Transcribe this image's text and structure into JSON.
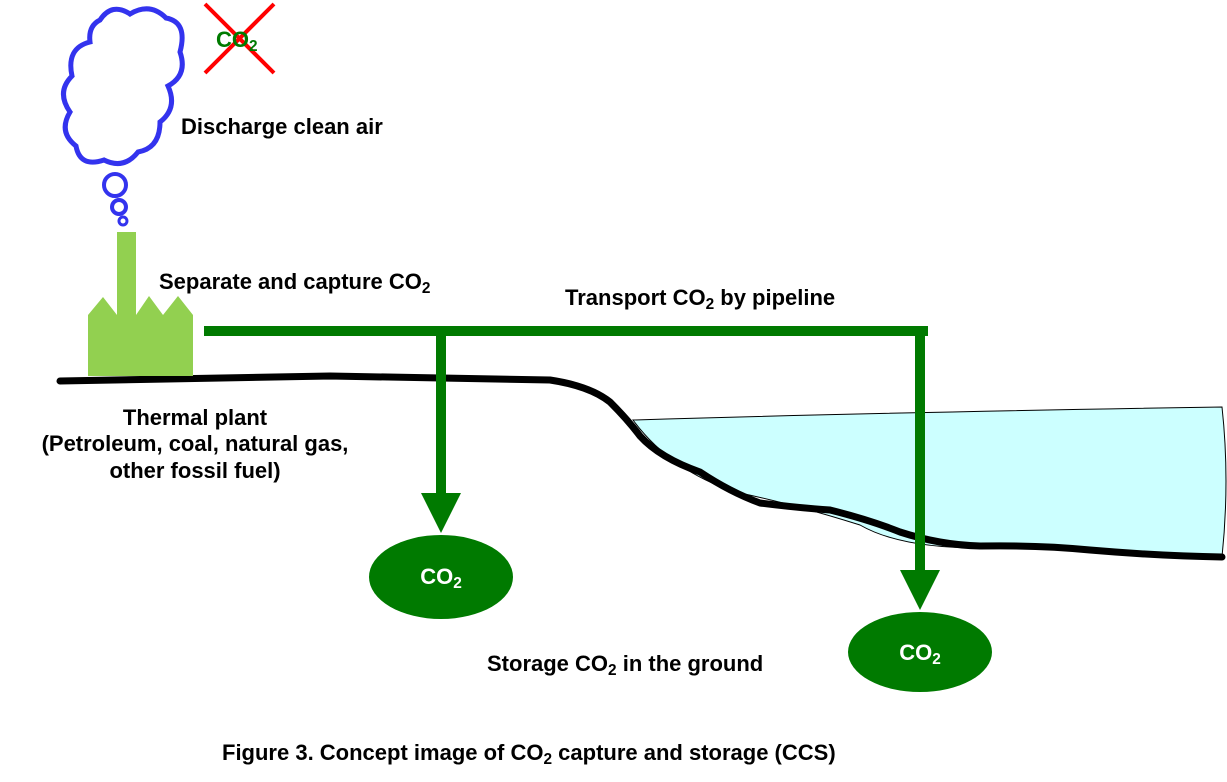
{
  "labels": {
    "clean_air": "Discharge clean air",
    "separate_main": "Separate and capture CO",
    "separate_sub": "2",
    "transport_pre": "Transport CO",
    "transport_sub": "2",
    "transport_post": " by pipeline",
    "plant_line1": "Thermal plant",
    "plant_line2": "(Petroleum, coal, natural gas,",
    "plant_line3": "other fossil fuel)",
    "storage_pre": "Storage CO",
    "storage_sub": "2",
    "storage_post": " in the ground",
    "co2_main": "CO",
    "co2_sub": "2",
    "caption_pre": "Figure 3.  Concept image of CO",
    "caption_sub": "2",
    "caption_post": " capture and storage (CCS)"
  },
  "colors": {
    "pipe": "#007a00",
    "factory": "#92d050",
    "cloud": "#3333ee",
    "water": "#ccffff",
    "ground": "#000000",
    "cross": "#ff0000"
  }
}
